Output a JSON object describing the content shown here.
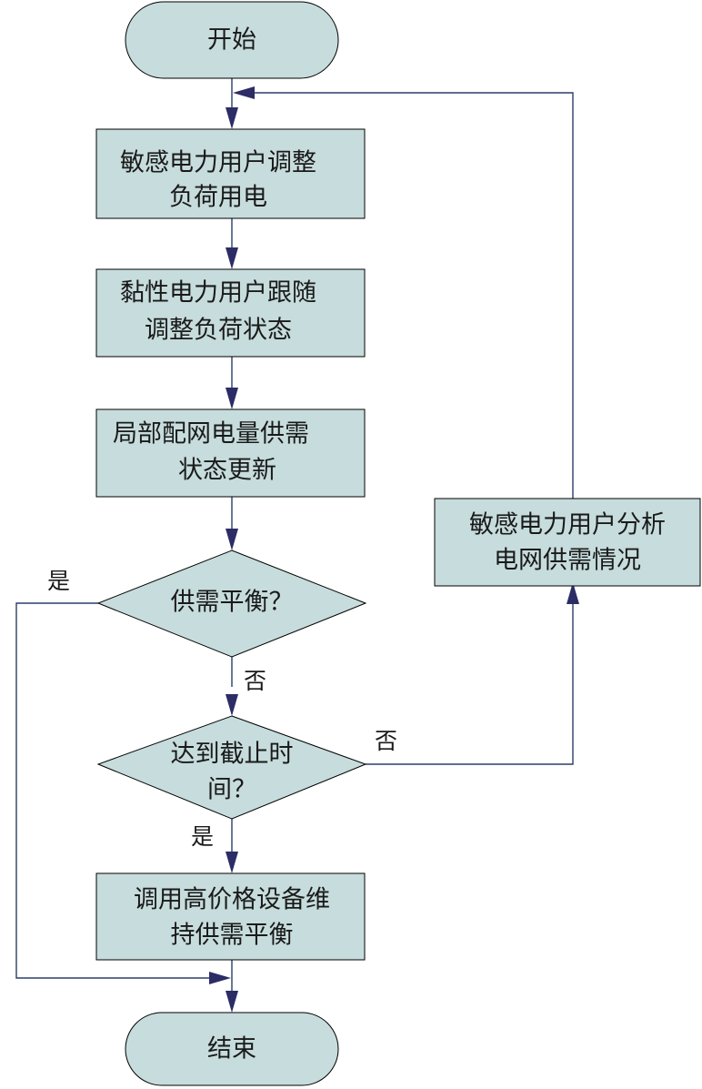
{
  "diagram": {
    "nodes": {
      "start": {
        "lines": [
          "开始"
        ]
      },
      "sensitive_adjust": {
        "lines": [
          "敏感电力用户调整",
          "负荷用电"
        ]
      },
      "sticky_follow": {
        "lines": [
          "黏性电力用户跟随",
          "调整负荷状态"
        ]
      },
      "local_update": {
        "lines": [
          "局部配网电量供需",
          "状态更新"
        ]
      },
      "balance_check": {
        "lines": [
          "供需平衡？"
        ]
      },
      "deadline_check": {
        "lines": [
          "达到截止时",
          "间？"
        ]
      },
      "high_price": {
        "lines": [
          "调用高价格设备维",
          "持供需平衡"
        ]
      },
      "end": {
        "lines": [
          "结束"
        ]
      },
      "sensitive_analyze": {
        "lines": [
          "敏感电力用户分析",
          "电网供需情况"
        ]
      }
    },
    "edge_labels": {
      "balance_yes": "是",
      "balance_no": "否",
      "deadline_no": "否",
      "deadline_yes": "是"
    },
    "colors": {
      "node_fill": "#c7dcdc",
      "edge_color": "#2a3f6a",
      "arrow_color": "#2c2c66"
    }
  }
}
